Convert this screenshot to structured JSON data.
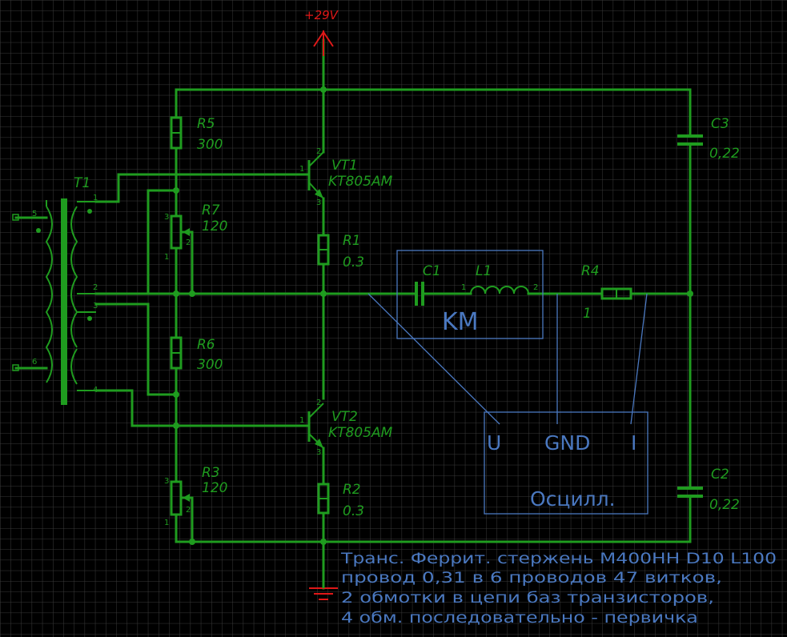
{
  "power": {
    "label": "+29V"
  },
  "transformer": {
    "ref": "T1",
    "pins": [
      "1",
      "2",
      "3",
      "4",
      "5",
      "6"
    ]
  },
  "transistors": [
    {
      "ref": "VT1",
      "type": "KT805AM",
      "pins": [
        "1",
        "2",
        "3"
      ]
    },
    {
      "ref": "VT2",
      "type": "KT805AM",
      "pins": [
        "1",
        "2",
        "3"
      ]
    }
  ],
  "resistors": [
    {
      "ref": "R5",
      "value": "300"
    },
    {
      "ref": "R1",
      "value": "0.3"
    },
    {
      "ref": "R6",
      "value": "300"
    },
    {
      "ref": "R2",
      "value": "0.3"
    },
    {
      "ref": "R4",
      "value": "1"
    }
  ],
  "potentiometers": [
    {
      "ref": "R7",
      "value": "120",
      "pins": [
        "3",
        "2",
        "1"
      ]
    },
    {
      "ref": "R3",
      "value": "120",
      "pins": [
        "3",
        "2",
        "1"
      ]
    }
  ],
  "capacitors": [
    {
      "ref": "C1",
      "value": ""
    },
    {
      "ref": "C3",
      "value": "0,22"
    },
    {
      "ref": "C2",
      "value": "0,22"
    }
  ],
  "inductor": {
    "ref": "L1",
    "pins": [
      "1",
      "2"
    ]
  },
  "instruments": {
    "km": "KM",
    "scope_title": "Осцилл.",
    "scope_inputs": [
      "U",
      "GND",
      "I"
    ]
  },
  "notes": [
    "Транс. Феррит. стержень М400НН   D10 L100",
    "провод 0,31   в 6 проводов 47 витков,",
    "2 обмотки в цепи баз транзисторов,",
    "4 обм. последовательно - первичка"
  ],
  "colors": {
    "background": "#000000",
    "wire": "#1f9c1f",
    "annotation": "#4a78c0",
    "power": "#e01818",
    "grid": "#3a3a3a"
  }
}
